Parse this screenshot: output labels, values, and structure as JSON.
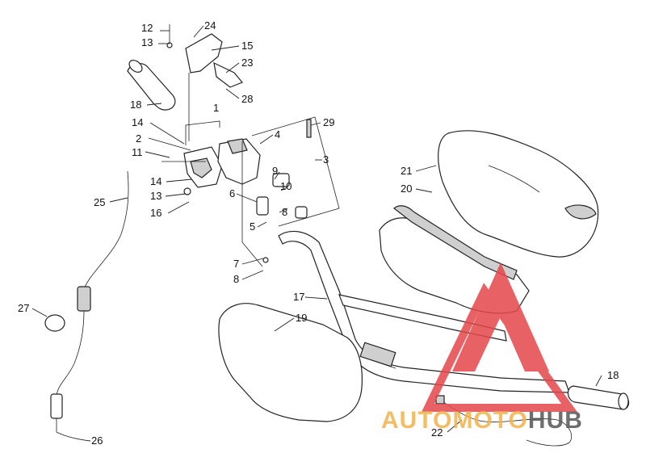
{
  "diagram": {
    "callouts": [
      {
        "id": "c12",
        "text": "12"
      },
      {
        "id": "c24",
        "text": "24"
      },
      {
        "id": "c13a",
        "text": "13"
      },
      {
        "id": "c15",
        "text": "15"
      },
      {
        "id": "c23",
        "text": "23"
      },
      {
        "id": "c28",
        "text": "28"
      },
      {
        "id": "c18a",
        "text": "18"
      },
      {
        "id": "c1",
        "text": "1"
      },
      {
        "id": "c14a",
        "text": "14"
      },
      {
        "id": "c2",
        "text": "2"
      },
      {
        "id": "c11",
        "text": "11"
      },
      {
        "id": "c4",
        "text": "4"
      },
      {
        "id": "c29",
        "text": "29"
      },
      {
        "id": "c3",
        "text": "3"
      },
      {
        "id": "c9",
        "text": "9"
      },
      {
        "id": "c10",
        "text": "10"
      },
      {
        "id": "c14b",
        "text": "14"
      },
      {
        "id": "c13b",
        "text": "13"
      },
      {
        "id": "c16",
        "text": "16"
      },
      {
        "id": "c6",
        "text": "6"
      },
      {
        "id": "c8a",
        "text": "8"
      },
      {
        "id": "c5",
        "text": "5"
      },
      {
        "id": "c25",
        "text": "25"
      },
      {
        "id": "c21",
        "text": "21"
      },
      {
        "id": "c20",
        "text": "20"
      },
      {
        "id": "c7",
        "text": "7"
      },
      {
        "id": "c8b",
        "text": "8"
      },
      {
        "id": "c17",
        "text": "17"
      },
      {
        "id": "c27",
        "text": "27"
      },
      {
        "id": "c19",
        "text": "19"
      },
      {
        "id": "c18b",
        "text": "18"
      },
      {
        "id": "c22",
        "text": "22"
      },
      {
        "id": "c26",
        "text": "26"
      }
    ]
  },
  "watermark": {
    "text": "AUTOMOTOHUB",
    "colors": {
      "orange": "#f0b24a",
      "gray": "#555555",
      "red": "#e5474b"
    }
  }
}
